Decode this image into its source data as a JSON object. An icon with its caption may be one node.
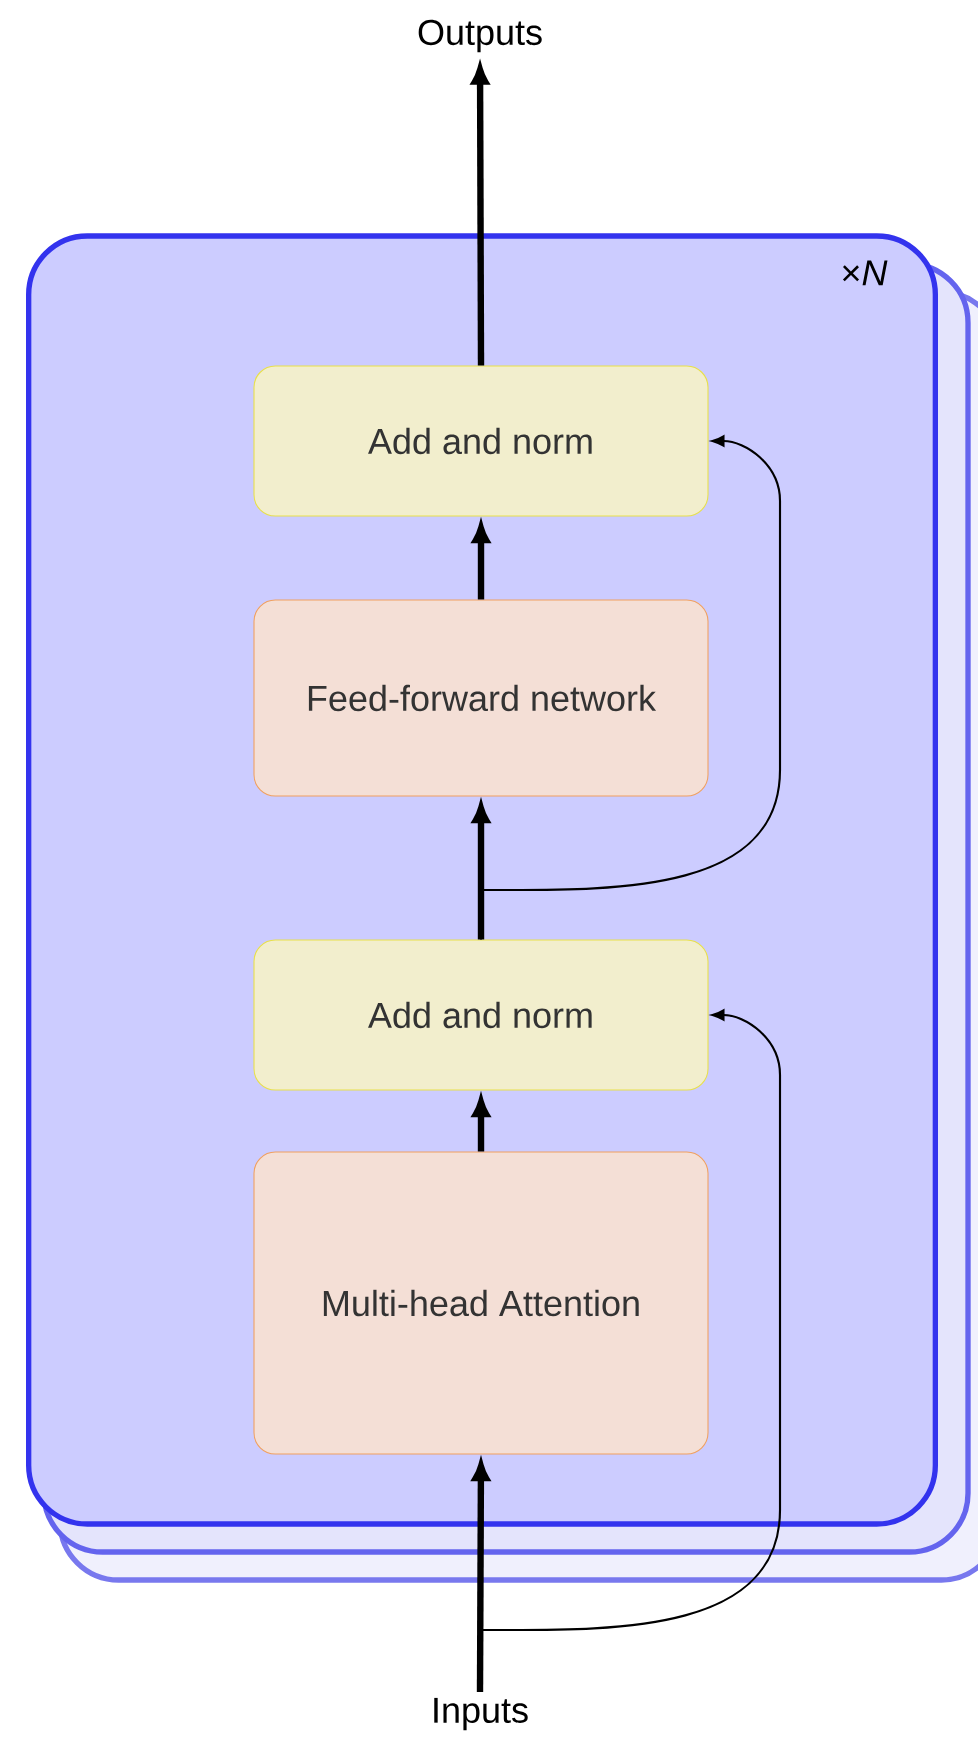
{
  "diagram": {
    "nodes": [
      {
        "text": [
          "Outputs"
        ]
      },
      {
        "text": [
          "×*N*"
        ]
      },
      {
        "text": [
          "Add and norm"
        ],
        "in": 1
      },
      {
        "text": [
          "Feed-forward network"
        ],
        "in": 1
      },
      {
        "text": [
          "Add and norm"
        ],
        "in": 1
      },
      {
        "text": [
          "Multi-head Attention"
        ],
        "in": 1
      },
      {
        "text": [
          "Inputs"
        ]
      }
    ],
    "edges": [
      {
        "from": 6,
        "to": 5,
        "arrow": "to"
      },
      {
        "from": 5,
        "to": 4,
        "arrow": "to"
      },
      {
        "from": 4,
        "to": 3,
        "arrow": "to"
      },
      {
        "from": 3,
        "to": 2,
        "arrow": "to"
      },
      {
        "from": 2,
        "to": 0,
        "arrow": "to"
      },
      {
        "from": 6,
        "to": 4,
        "arrow": "to"
      },
      {
        "from": 4,
        "to": 2,
        "arrow": "to"
      }
    ]
  }
}
